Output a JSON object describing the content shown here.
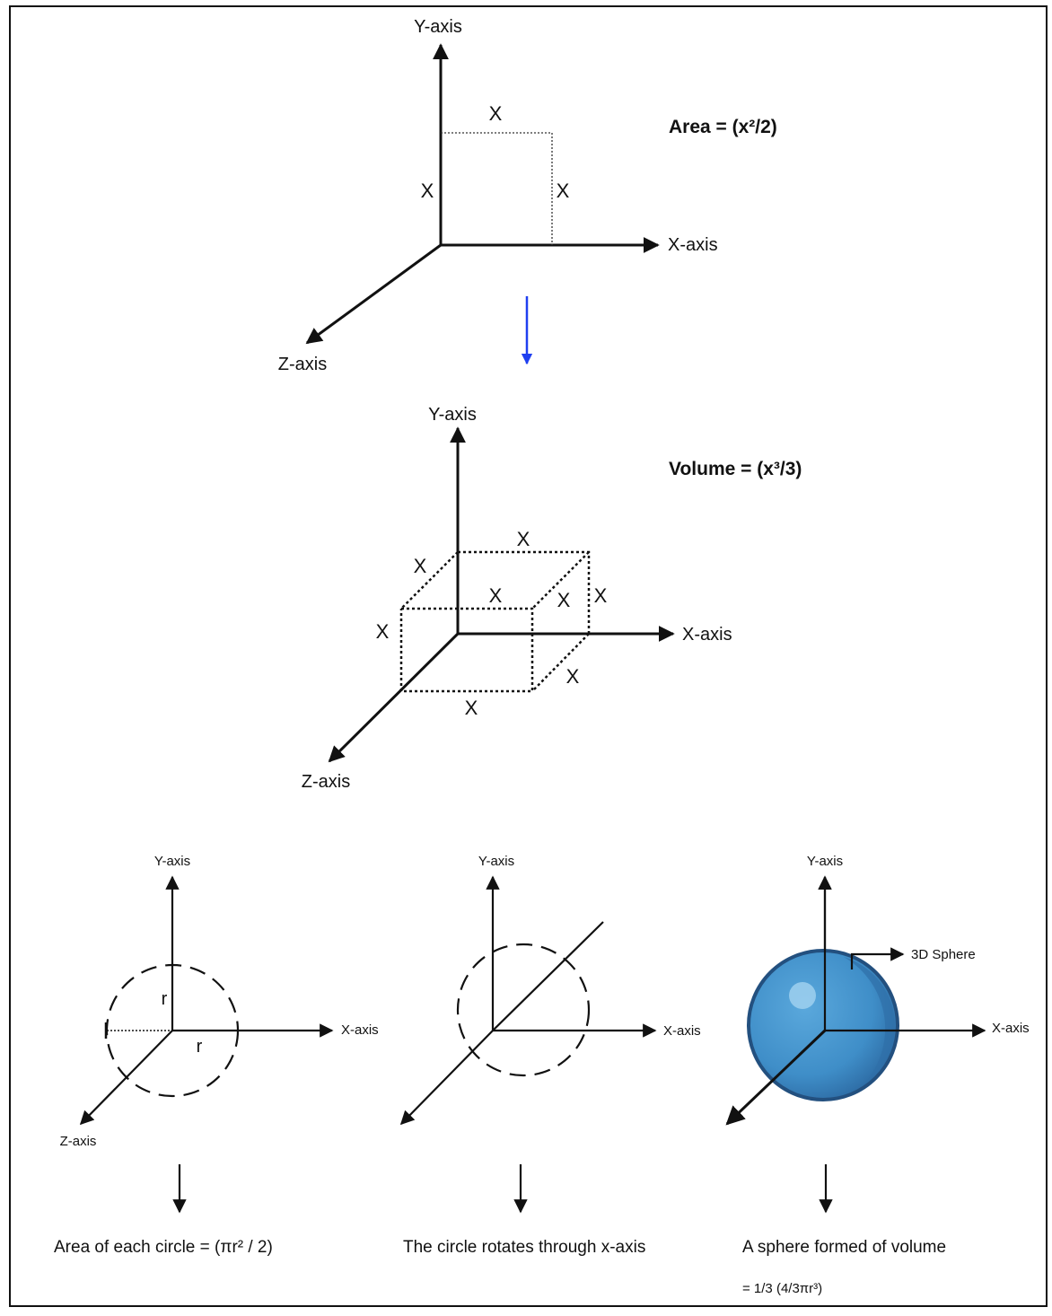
{
  "diagram": {
    "top": {
      "y_axis": "Y-axis",
      "x_axis": "X-axis",
      "z_axis": "Z-axis",
      "side_top": "X",
      "side_left": "X",
      "side_right": "X",
      "formula": "Area = (x²/2)"
    },
    "middle": {
      "y_axis": "Y-axis",
      "x_axis": "X-axis",
      "z_axis": "Z-axis",
      "formula": "Volume = (x³/3)",
      "edge_labels": [
        "X",
        "X",
        "X",
        "X",
        "X",
        "X",
        "X",
        "X"
      ]
    },
    "bottom_left": {
      "y_axis": "Y-axis",
      "x_axis": "X-axis",
      "z_axis": "Z-axis",
      "radius_vertical": "r",
      "radius_horizontal": "r",
      "caption": "Area of each circle = (πr² / 2)"
    },
    "bottom_middle": {
      "y_axis": "Y-axis",
      "x_axis": "X-axis",
      "caption": "The circle rotates through x-axis"
    },
    "bottom_right": {
      "y_axis": "Y-axis",
      "x_axis": "X-axis",
      "sphere_label": "3D Sphere",
      "caption_line1": "A sphere formed of volume",
      "caption_line2": "= 1/3 (4/3πr³)"
    }
  },
  "colors": {
    "transition_arrow": "#1f3ff0",
    "sphere_fill": "#3f8ec8",
    "sphere_outline": "#23507f",
    "sphere_shade": "#2f6fa8",
    "sphere_highlight": "#9fd0ee"
  }
}
